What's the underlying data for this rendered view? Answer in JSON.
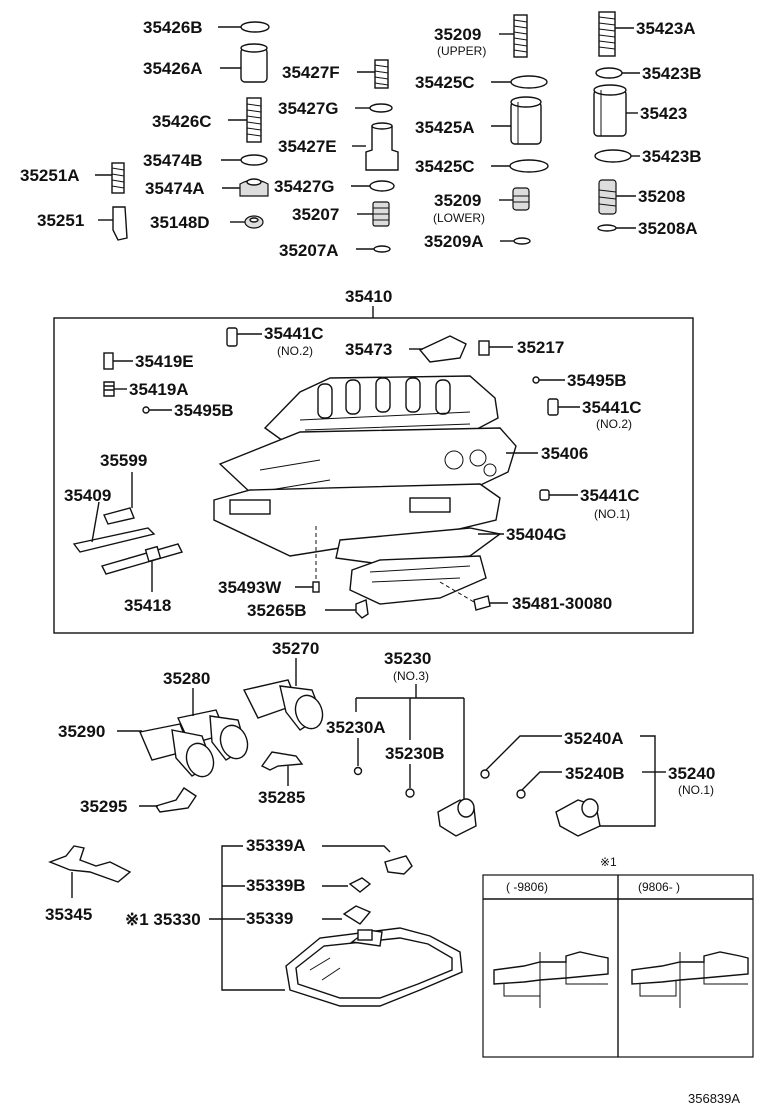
{
  "parts_top": {
    "p35426B": "35426B",
    "p35426A": "35426A",
    "p35426C": "35426C",
    "p35474B": "35474B",
    "p35474A": "35474A",
    "p35148D": "35148D",
    "p35251A": "35251A",
    "p35251": "35251",
    "p35427F": "35427F",
    "p35427G_1": "35427G",
    "p35427E": "35427E",
    "p35427G_2": "35427G",
    "p35207": "35207",
    "p35207A": "35207A",
    "p35209_up": "35209",
    "upper": "(UPPER)",
    "p35425C_1": "35425C",
    "p35425A": "35425A",
    "p35425C_2": "35425C",
    "p35209_low": "35209",
    "lower": "(LOWER)",
    "p35209A": "35209A",
    "p35423A": "35423A",
    "p35423B_1": "35423B",
    "p35423": "35423",
    "p35423B_2": "35423B",
    "p35208": "35208",
    "p35208A": "35208A"
  },
  "valve_body": {
    "p35410": "35410",
    "p35441C_a": "35441C",
    "no2_a": "(NO.2)",
    "p35473": "35473",
    "p35217": "35217",
    "p35419E": "35419E",
    "p35419A": "35419A",
    "p35495B_l": "35495B",
    "p35495B_r": "35495B",
    "p35441C_b": "35441C",
    "no2_b": "(NO.2)",
    "p35406": "35406",
    "p35599": "35599",
    "p35409": "35409",
    "p35441C_c": "35441C",
    "no1_c": "(NO.1)",
    "p35404G": "35404G",
    "p35493W": "35493W",
    "p35418": "35418",
    "p35265B": "35265B",
    "p35481": "35481-30080"
  },
  "solenoids": {
    "p35270": "35270",
    "p35280": "35280",
    "p35290": "35290",
    "p35295": "35295",
    "p35285": "35285",
    "p35230": "35230",
    "no3": "(NO.3)",
    "p35230A": "35230A",
    "p35230B": "35230B",
    "p35240A": "35240A",
    "p35240B": "35240B",
    "p35240": "35240",
    "no1_240": "(NO.1)"
  },
  "bottom": {
    "p35345": "35345",
    "p35339A": "35339A",
    "p35339B": "35339B",
    "p35330": "※1 35330",
    "p35339": "35339",
    "note_mark": "※1",
    "col1": "(      -9806)",
    "col2": "(9806-      )",
    "diagram_id": "356839A"
  }
}
